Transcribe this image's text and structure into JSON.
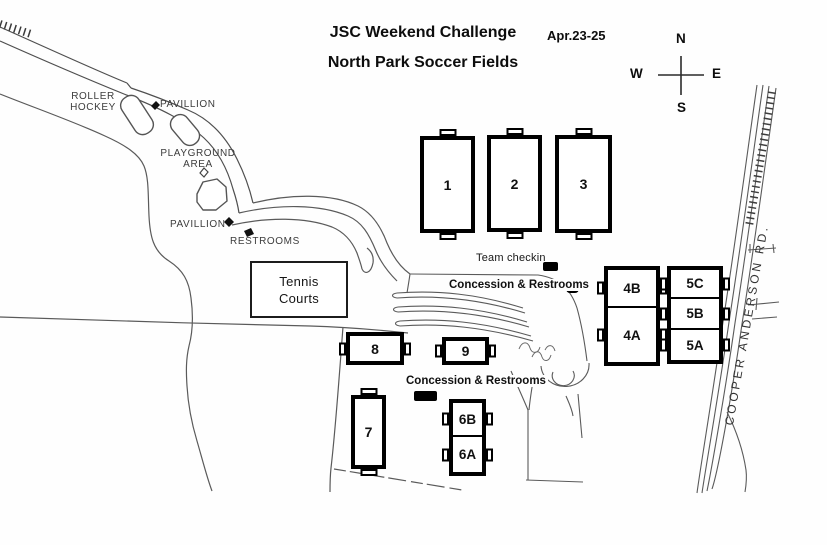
{
  "title": {
    "line1": "JSC Weekend Challenge",
    "line2": "North Park Soccer Fields",
    "date": "Apr.23-25"
  },
  "compass": {
    "north": "N",
    "south": "S",
    "east": "E",
    "west": "W"
  },
  "road_label": "COOPER ANDERSON RD.",
  "landmarks": {
    "roller_hockey_line1": "ROLLER",
    "roller_hockey_line2": "HOCKEY",
    "pavillion_upper": "PAVILLION",
    "playground_line1": "PLAYGROUND",
    "playground_line2": "AREA",
    "pavillion_lower": "PAVILLION",
    "restrooms": "RESTROOMS",
    "tennis_line1": "Tennis",
    "tennis_line2": "Courts",
    "team_checkin": "Team checkin",
    "concession_upper": "Concession & Restrooms",
    "concession_lower": "Concession & Restrooms"
  },
  "fields": {
    "f1": "1",
    "f2": "2",
    "f3": "3",
    "f4b": "4B",
    "f4a": "4A",
    "f5c": "5C",
    "f5b": "5B",
    "f5a": "5A",
    "f6b": "6B",
    "f6a": "6A",
    "f7": "7",
    "f8": "8",
    "f9": "9"
  }
}
